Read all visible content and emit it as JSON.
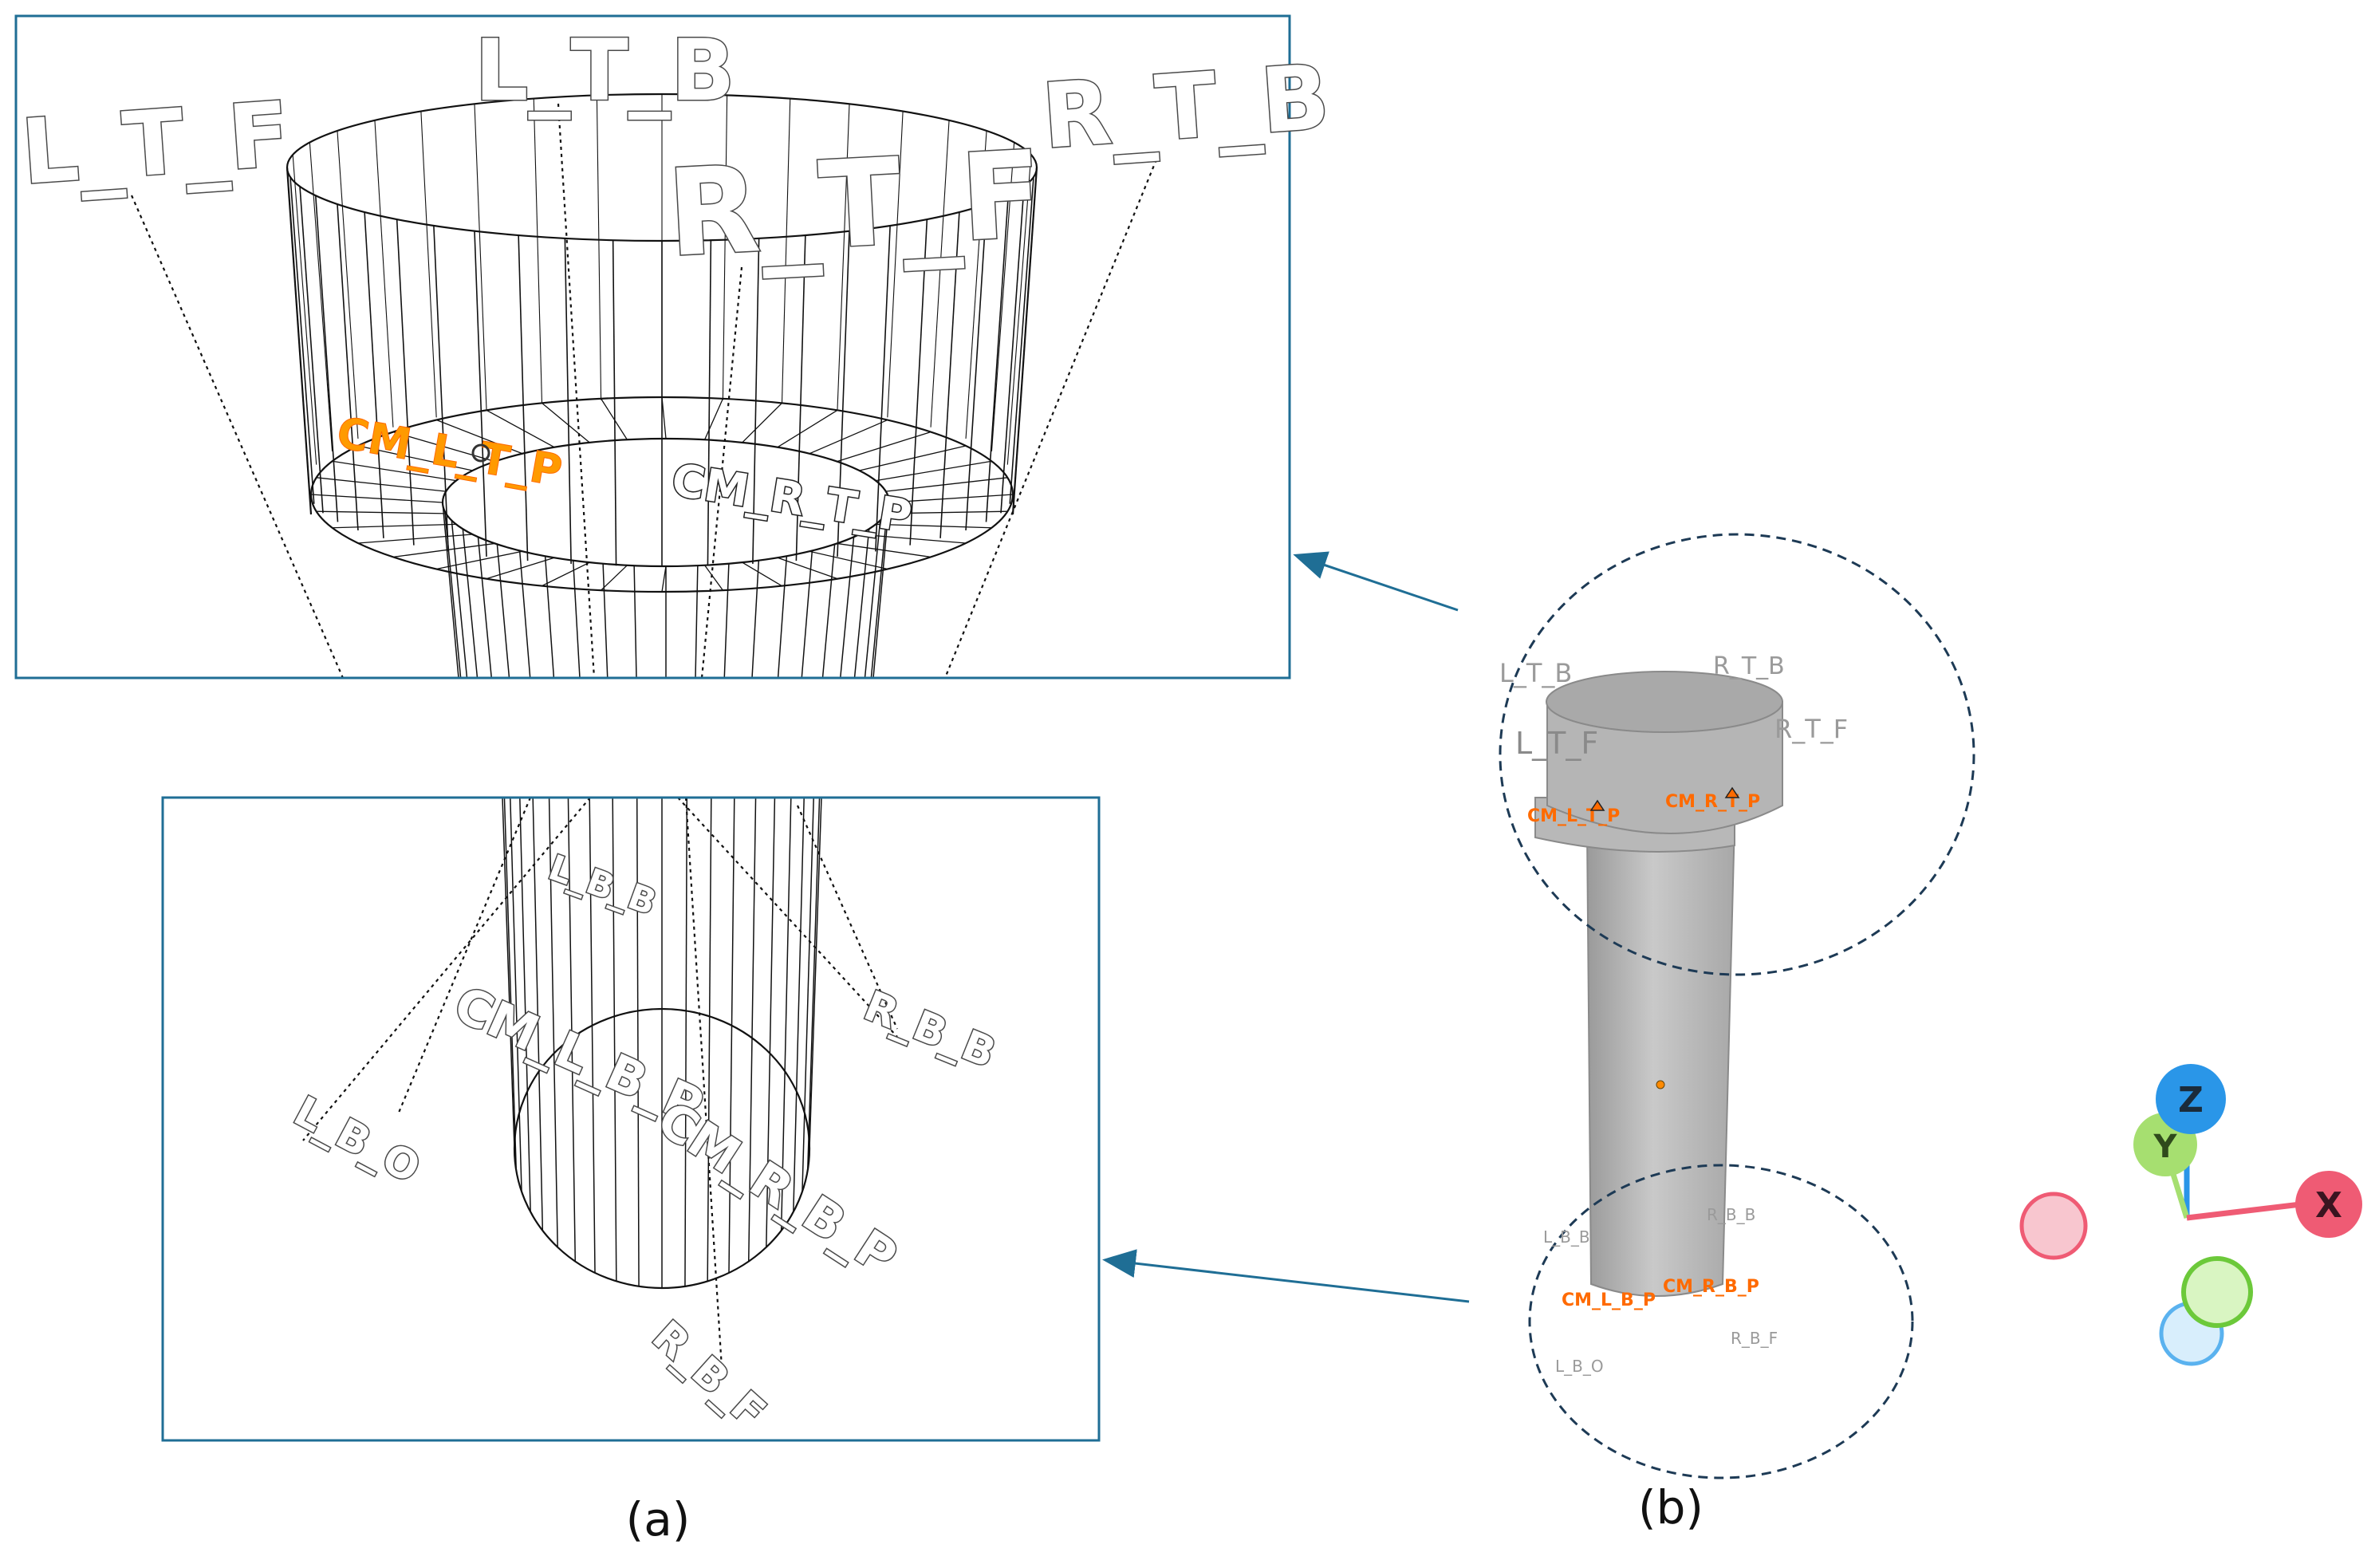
{
  "captions": {
    "a": "(a)",
    "b": "(b)"
  },
  "top_panel": {
    "labels": [
      "L_T_F",
      "L_T_B",
      "R_T_F",
      "R_T_B"
    ],
    "plate_labels": [
      "CM_L_T_P",
      "CM_R_T_P"
    ]
  },
  "bottom_panel": {
    "labels": [
      "L_B_B",
      "R_B_B",
      "L_B_O",
      "R_B_F"
    ],
    "plate_labels": [
      "CM_L_B_P",
      "CM_R_B_P"
    ]
  },
  "model_view": {
    "top_labels": [
      "L_T_B",
      "R_T_B",
      "L_T_F",
      "R_T_F"
    ],
    "top_orange": [
      "CM_L_T_P",
      "CM_R_T_P"
    ],
    "bottom_labels": [
      "L_B_B",
      "R_B_B",
      "L_B_O",
      "R_B_F"
    ],
    "bottom_orange": [
      "CM_L_B_P",
      "CM_R_B_P"
    ]
  },
  "axis_gizmo": {
    "x": "X",
    "y": "Y",
    "z": "Z"
  },
  "colors": {
    "frame": "#1f6e95",
    "arrow": "#1f6e95",
    "orange": "#ff6a00",
    "solid": "#bdbdbd",
    "x_axis": "#ef5b74",
    "y_axis": "#a6df70",
    "z_axis": "#2a96e8"
  }
}
